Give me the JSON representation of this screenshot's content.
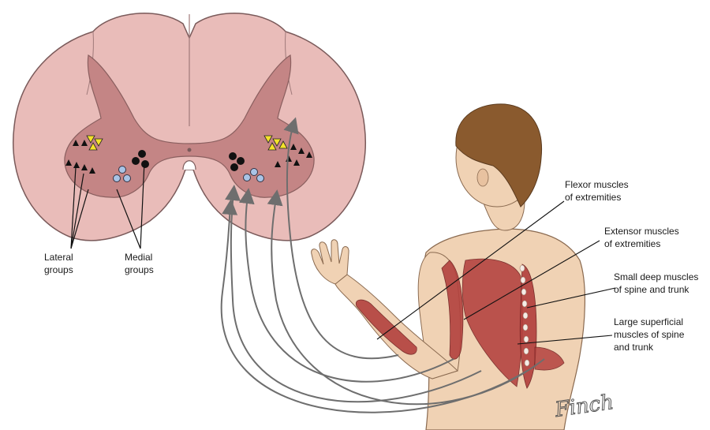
{
  "labels": {
    "lateral": [
      "Lateral",
      "groups"
    ],
    "medial": [
      "Medial",
      "groups"
    ],
    "flexor": [
      "Flexor muscles",
      "of extremities"
    ],
    "extensor": [
      "Extensor muscles",
      "of extremities"
    ],
    "small_deep": [
      "Small deep muscles",
      "of spine and trunk"
    ],
    "large_superficial": [
      "Large superficial",
      "muscles of spine",
      "and trunk"
    ]
  },
  "signature": "Finch",
  "colors": {
    "white_matter": "#e9bcb9",
    "gray_matter": "#c48585",
    "outline": "#7a5a5a",
    "skin": "#f0d2b4",
    "hair": "#8a5a2e",
    "muscle": "#b3413e",
    "yellow_marker": "#f3e22b",
    "blue_marker": "#a9c4e6",
    "black_marker": "#111111",
    "arrow": "#6e6e6e"
  },
  "marker_groups": {
    "lateral": "black-triangles",
    "lateral_inner": "yellow-triangles",
    "medial": "black-circles",
    "medial_inner": "blue-circles"
  }
}
